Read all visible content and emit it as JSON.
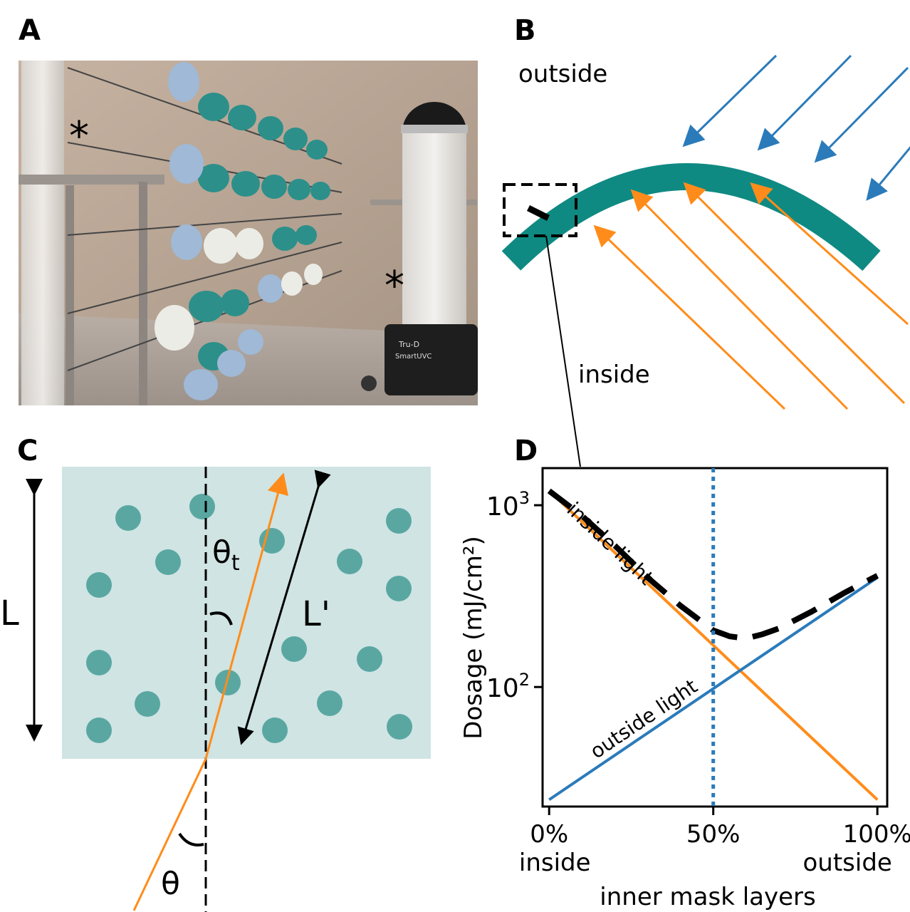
{
  "panels": {
    "a": {
      "letter": "A",
      "markers": [
        "*",
        "*"
      ],
      "device_label_1": "Tru-D",
      "device_label_2": "SmartUVC"
    },
    "b": {
      "letter": "B",
      "outside_label": "outside",
      "inside_label": "inside"
    },
    "c": {
      "letter": "C",
      "L_label": "L",
      "Lprime_label": "L'",
      "theta_label": "θ",
      "theta_t_label": "θt"
    },
    "d": {
      "letter": "D"
    }
  },
  "colors": {
    "teal": "#0f8a82",
    "teal_light_bg": "#cfe4e3",
    "dot": "#5aa7a2",
    "orange": "#ff8c1a",
    "blue": "#2b7bba",
    "black": "#000000"
  },
  "chart_data": {
    "type": "line",
    "ylabel": "Dosage (mJ/cm²)",
    "xlabel": "inner mask layers",
    "yscale": "log",
    "xlim": [
      -2,
      103
    ],
    "ylim": [
      22,
      1600
    ],
    "x_ticks": [
      {
        "value": 0,
        "label": "0%",
        "sublabel": "inside"
      },
      {
        "value": 50,
        "label": "50%",
        "sublabel": ""
      },
      {
        "value": 100,
        "label": "100%",
        "sublabel": "outside"
      }
    ],
    "y_ticks": [
      {
        "value": 100,
        "base": "10",
        "exp": "2"
      },
      {
        "value": 1000,
        "base": "10",
        "exp": "3"
      }
    ],
    "series": [
      {
        "name": "inside light",
        "style": "solid",
        "color": "#ff8c1a",
        "x": [
          0,
          100
        ],
        "y": [
          1200,
          24
        ]
      },
      {
        "name": "outside light",
        "style": "solid",
        "color": "#2b7bba",
        "x": [
          0,
          100
        ],
        "y": [
          24,
          400
        ]
      },
      {
        "name": "",
        "style": "dashed",
        "color": "#000000",
        "x": [
          0,
          10,
          20,
          30,
          40,
          50,
          55,
          60,
          65,
          70,
          80,
          90,
          100
        ],
        "y": [
          1200,
          875,
          600,
          400,
          280,
          205,
          190,
          185,
          195,
          210,
          260,
          330,
          410
        ]
      }
    ],
    "vline": {
      "x": 50,
      "style": "dotted",
      "color": "#2b7bba"
    }
  }
}
